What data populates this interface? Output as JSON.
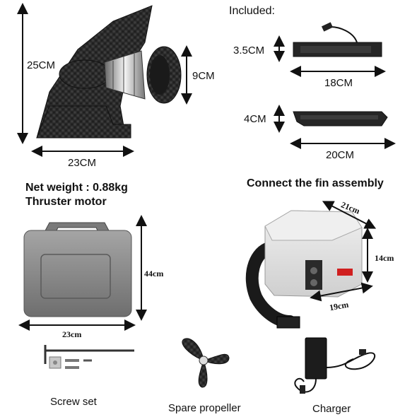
{
  "header": {
    "included": "Included:"
  },
  "thruster": {
    "height": "25CM",
    "width": "23CM",
    "motor_height": "9CM",
    "net_weight": "Net weight : 0.88kg",
    "name": "Thruster motor"
  },
  "parts": {
    "part1_height": "3.5CM",
    "part1_length": "18CM",
    "part2_height": "4CM",
    "part2_length": "20CM"
  },
  "fin": {
    "title": "Connect the fin assembly"
  },
  "case": {
    "height": "44cm",
    "width": "23cm"
  },
  "battery_box": {
    "length": "21cm",
    "height": "14cm",
    "depth": "19cm"
  },
  "accessories": {
    "screws": "Screw set",
    "propeller": "Spare propeller",
    "charger": "Charger"
  },
  "colors": {
    "carbon": "#2b2b2b",
    "case": "#8a8a8a",
    "box": "#e4e4e4"
  }
}
